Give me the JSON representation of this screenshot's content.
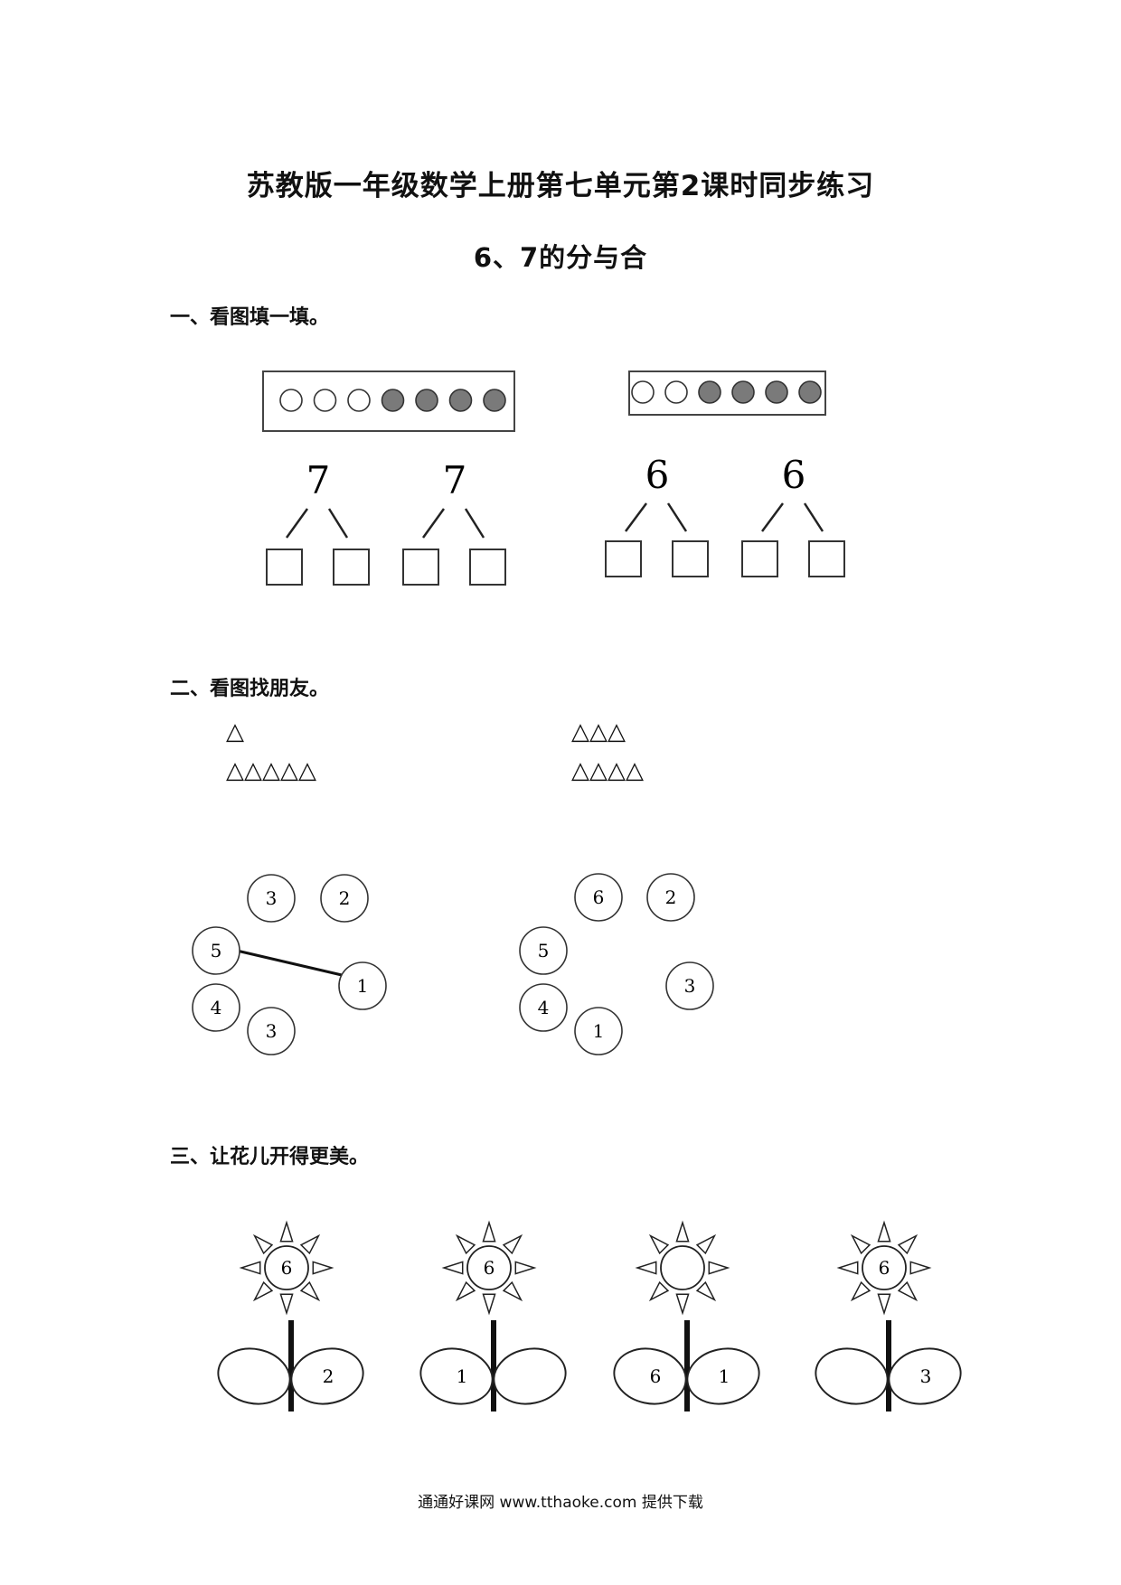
{
  "document": {
    "title": "苏教版一年级数学上册第七单元第2课时同步练习",
    "subtitle": "6、7的分与合"
  },
  "section1": {
    "heading": "一、看图填一填。",
    "bead_groups": [
      {
        "hollow": 3,
        "filled": 4
      },
      {
        "hollow": 2,
        "filled": 4
      }
    ],
    "trees": [
      "7",
      "7",
      "6",
      "6"
    ]
  },
  "section2": {
    "heading": "二、看图找朋友。",
    "triangle_rows": {
      "left_top": "△",
      "left_bottom": "△△△△△",
      "right_top": "△△△",
      "right_bottom": "△△△△"
    },
    "left_group": [
      "3",
      "2",
      "5",
      "1",
      "4",
      "3"
    ],
    "right_group": [
      "6",
      "2",
      "5",
      "3",
      "4",
      "1"
    ]
  },
  "section3": {
    "heading": "三、让花儿开得更美。",
    "flowers": [
      {
        "center": "6",
        "left_leaf": "",
        "right_leaf": "2"
      },
      {
        "center": "6",
        "left_leaf": "1",
        "right_leaf": ""
      },
      {
        "center": "",
        "left_leaf": "6",
        "right_leaf": "1"
      },
      {
        "center": "6",
        "left_leaf": "",
        "right_leaf": "3"
      }
    ]
  },
  "footer": {
    "text": "通通好课网  www.tthaoke.com  提供下载"
  }
}
